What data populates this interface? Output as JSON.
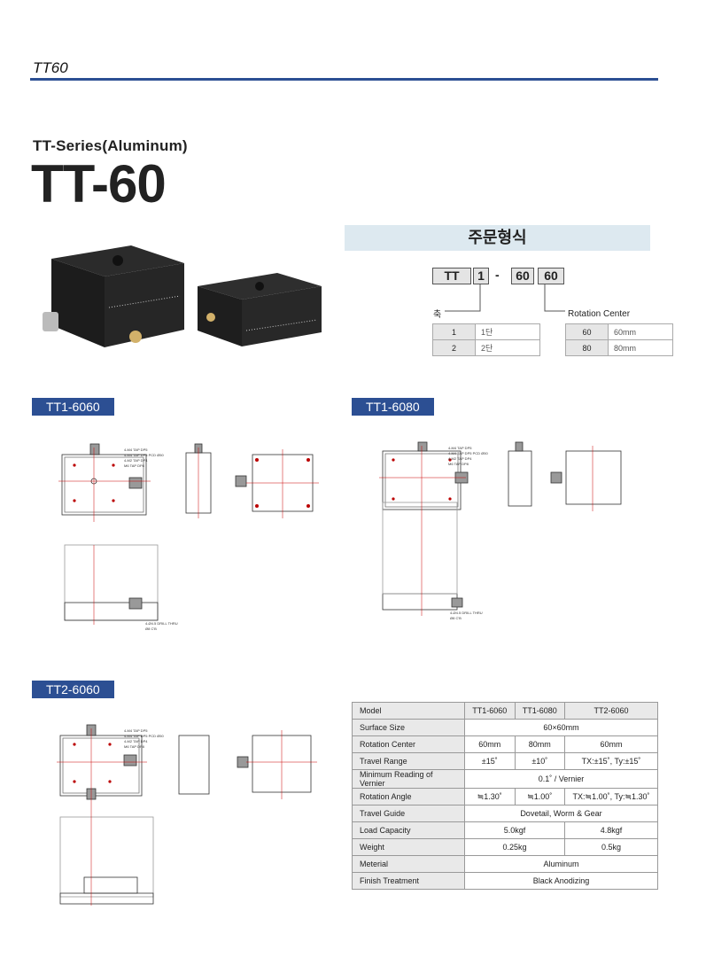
{
  "header": {
    "page_tag": "TT60"
  },
  "title": {
    "series": "TT-Series(Aluminum)",
    "model": "TT-60"
  },
  "order": {
    "heading": "주문형식",
    "code": [
      "TT",
      "1",
      "-",
      "60",
      "60"
    ],
    "axis_label": "축",
    "rotation_center_label": "Rotation Center",
    "axis_options": [
      {
        "k": "1",
        "v": "1단"
      },
      {
        "k": "2",
        "v": "2단"
      }
    ],
    "rc_options": [
      {
        "k": "60",
        "v": "60mm"
      },
      {
        "k": "80",
        "v": "80mm"
      }
    ]
  },
  "sections": {
    "tt1_6060": "TT1-6060",
    "tt1_6080": "TT1-6080",
    "tt2_6060": "TT2-6060"
  },
  "drawing_notes": {
    "tap1": "4-M4 TAP DP5",
    "tap2": "4-M4 TAP DP5 PCD Ø50",
    "tap3": "4-M2 TAP DP4",
    "tap4": "M6 TAP DP8",
    "drill": "4-Ø4.5 DRILL THRU",
    "cb": "Ø8 C'B"
  },
  "spec": {
    "headers": [
      "Model",
      "TT1-6060",
      "TT1-6080",
      "TT2-6060"
    ],
    "rows": [
      {
        "label": "Surface Size",
        "span": "60×60mm"
      },
      {
        "label": "Rotation Center",
        "c1": "60mm",
        "c2": "80mm",
        "c3": "60mm"
      },
      {
        "label": "Travel Range",
        "c1": "±15˚",
        "c2": "±10˚",
        "c3": "TX:±15˚, Ty:±15˚"
      },
      {
        "label": "Minimum Reading of Vernier",
        "span": "0.1˚ / Vernier"
      },
      {
        "label": "Rotation Angle",
        "c1": "≒1.30˚",
        "c2": "≒1.00˚",
        "c3": "TX:≒1.00˚, Ty:≒1.30˚"
      },
      {
        "label": "Travel Guide",
        "span": "Dovetail, Worm & Gear"
      },
      {
        "label": "Load Capacity",
        "c12": "5.0kgf",
        "c3": "4.8kgf"
      },
      {
        "label": "Weight",
        "c12": "0.25kg",
        "c3": "0.5kg"
      },
      {
        "label": "Meterial",
        "span": "Aluminum"
      },
      {
        "label": "Finish Treatment",
        "span": "Black Anodizing"
      }
    ]
  }
}
